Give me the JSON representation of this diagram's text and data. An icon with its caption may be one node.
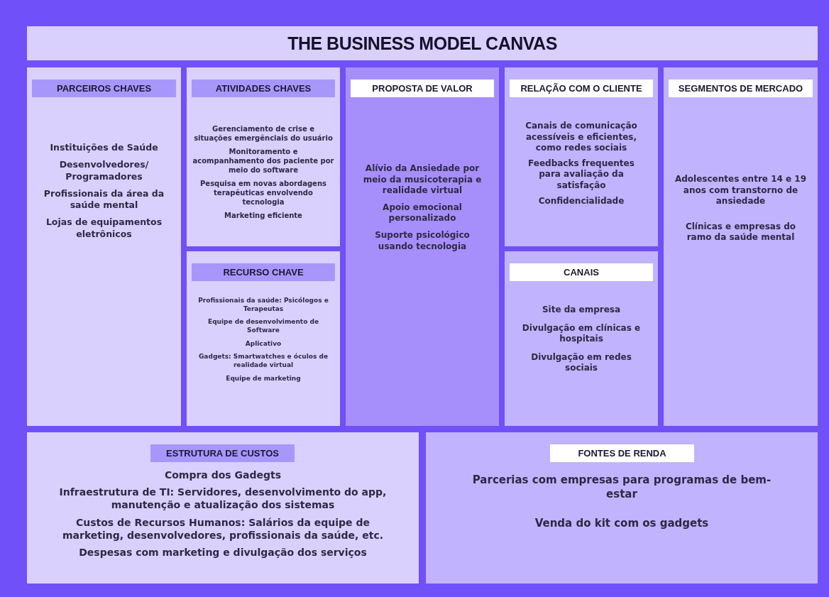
{
  "diagram": {
    "title": "THE BUSINESS MODEL CANVAS",
    "nodes": [
      {
        "text": [
          "PARCEIROS CHAVES",
          "Instituições de Saúde",
          "Desenvolvedores/ Programadores",
          "Profissionais da área da saúde mental",
          "Lojas de equipamentos eletrônicos"
        ]
      },
      {
        "text": [
          "ATIVIDADES CHAVES",
          "Gerenciamento de crise e situações emergênciais do usuário",
          "Monitoramento e acompanhamento dos paciente por meio do software",
          "Pesquisa em novas abordagens terapêuticas envolvendo tecnologia",
          "Marketing eficiente"
        ]
      },
      {
        "text": [
          "RECURSO CHAVE",
          "Profissionais da saúde: Psicólogos e Terapeutas",
          "Equipe de desenvolvimento de Software",
          "Aplicativo",
          "Gadgets: Smartwatches e óculos de realidade virtual",
          "Equipe de marketing"
        ]
      },
      {
        "text": [
          "PROPOSTA DE VALOR",
          "Alívio da Ansiedade por meio da musicoterapia e realidade virtual",
          "Apoio emocional personalizado",
          "Suporte psicológico usando tecnologia"
        ]
      },
      {
        "text": [
          "RELAÇÃO COM O CLIENTE",
          "Canais de comunicação acessíveis e eficientes, como redes sociais",
          "Feedbacks frequentes para avaliação da satisfação",
          "Confidencialidade"
        ]
      },
      {
        "text": [
          "CANAIS",
          "Site da empresa",
          "Divulgação em clínicas e hospitais",
          "Divulgação em redes sociais"
        ]
      },
      {
        "text": [
          "SEGMENTOS DE MERCADO",
          "Adolescentes entre 14 e 19 anos com transtorno de ansiedade",
          "Clínicas e empresas do ramo da saúde mental"
        ]
      },
      {
        "text": [
          "ESTRUTURA DE CUSTOS",
          "Compra dos Gadegts",
          "Infraestrutura de TI: Servidores, desenvolvimento do app, manutenção e atualização dos sistemas",
          "Custos de Recursos Humanos: Salários da equipe de marketing, desenvolvedores, profissionais da saúde, etc.",
          "Despesas com marketing e divulgação dos serviços"
        ]
      },
      {
        "text": [
          "FONTES DE RENDA",
          "Parcerias com empresas para programas de bem-estar",
          "Venda do kit com os gadgets"
        ]
      }
    ]
  }
}
